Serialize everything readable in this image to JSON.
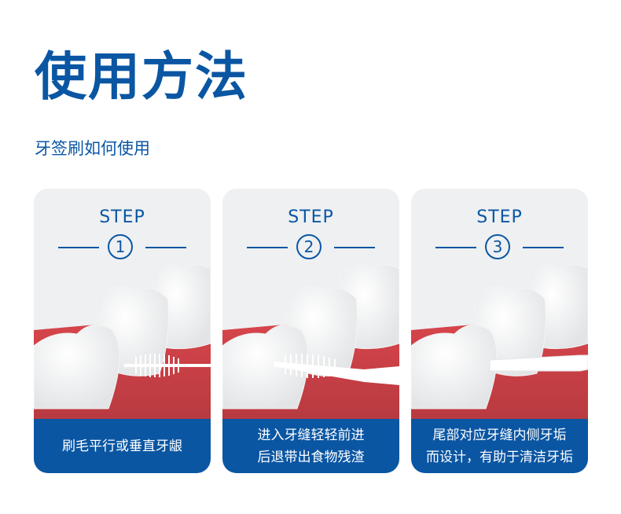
{
  "header": {
    "title": "使用方法",
    "subtitle": "牙签刷如何使用"
  },
  "colors": {
    "brand_blue": "#0a56a3",
    "card_bg": "#eef0f2",
    "gum_red": "#c8454a",
    "tooth_white": "#ffffff"
  },
  "steps": [
    {
      "label": "STEP",
      "number": "1",
      "tool": "brush",
      "caption_lines": [
        "刷毛平行或垂直牙龈"
      ]
    },
    {
      "label": "STEP",
      "number": "2",
      "tool": "brush",
      "caption_lines": [
        "进入牙缝轻轻前进",
        "后退带出食物残渣"
      ]
    },
    {
      "label": "STEP",
      "number": "3",
      "tool": "pick",
      "caption_lines": [
        "尾部对应牙缝内侧牙垢",
        "而设计，有助于清洁牙垢"
      ]
    }
  ]
}
